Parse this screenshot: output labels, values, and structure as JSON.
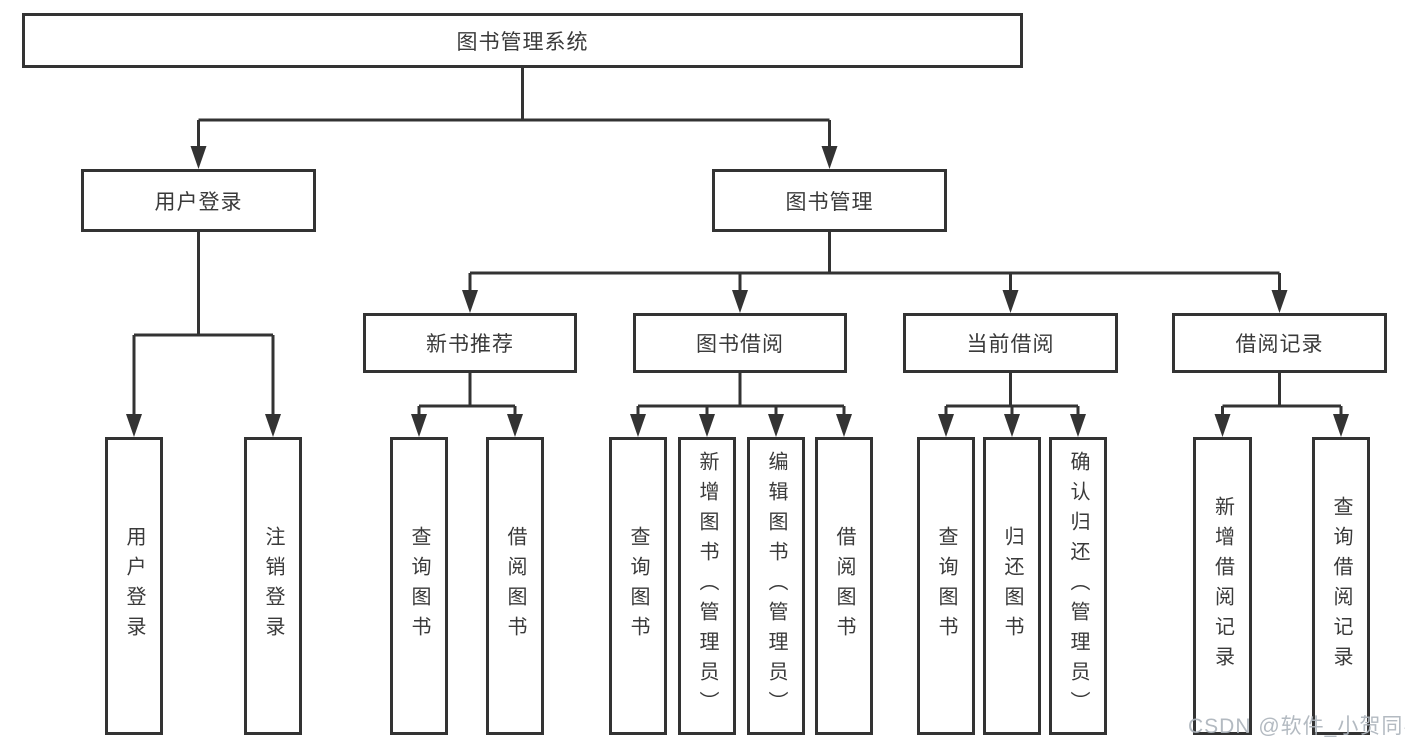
{
  "diagram": {
    "nodes": {
      "root": "图书管理系统",
      "user_login": "用户登录",
      "book_management": "图书管理",
      "new_book_recommendation": "新书推荐",
      "book_borrowing": "图书借阅",
      "current_borrowing": "当前借阅",
      "borrowing_records": "借阅记录",
      "leaf_user_login": "用户登录",
      "leaf_logout_login": "注销登录",
      "leaf_query_books_recommend": "查询图书",
      "leaf_borrow_books_recommend": "借阅图书",
      "leaf_query_books_borrowing": "查询图书",
      "leaf_add_books_admin": "新增图书（管理员）",
      "leaf_edit_books_admin": "编辑图书（管理员）",
      "leaf_borrow_books_borrowing": "借阅图书",
      "leaf_query_books_current": "查询图书",
      "leaf_return_books": "归还图书",
      "leaf_confirm_return_admin": "确认归还（管理员）",
      "leaf_add_borrowing_record": "新增借阅记录",
      "leaf_query_borrowing_record": "查询借阅记录"
    },
    "colors": {
      "line": "#333333",
      "text": "#3a3a3a",
      "background": "#ffffff",
      "watermark": "#adb4bc"
    }
  },
  "watermark": {
    "text": "CSDN @软件_小贺同学"
  }
}
